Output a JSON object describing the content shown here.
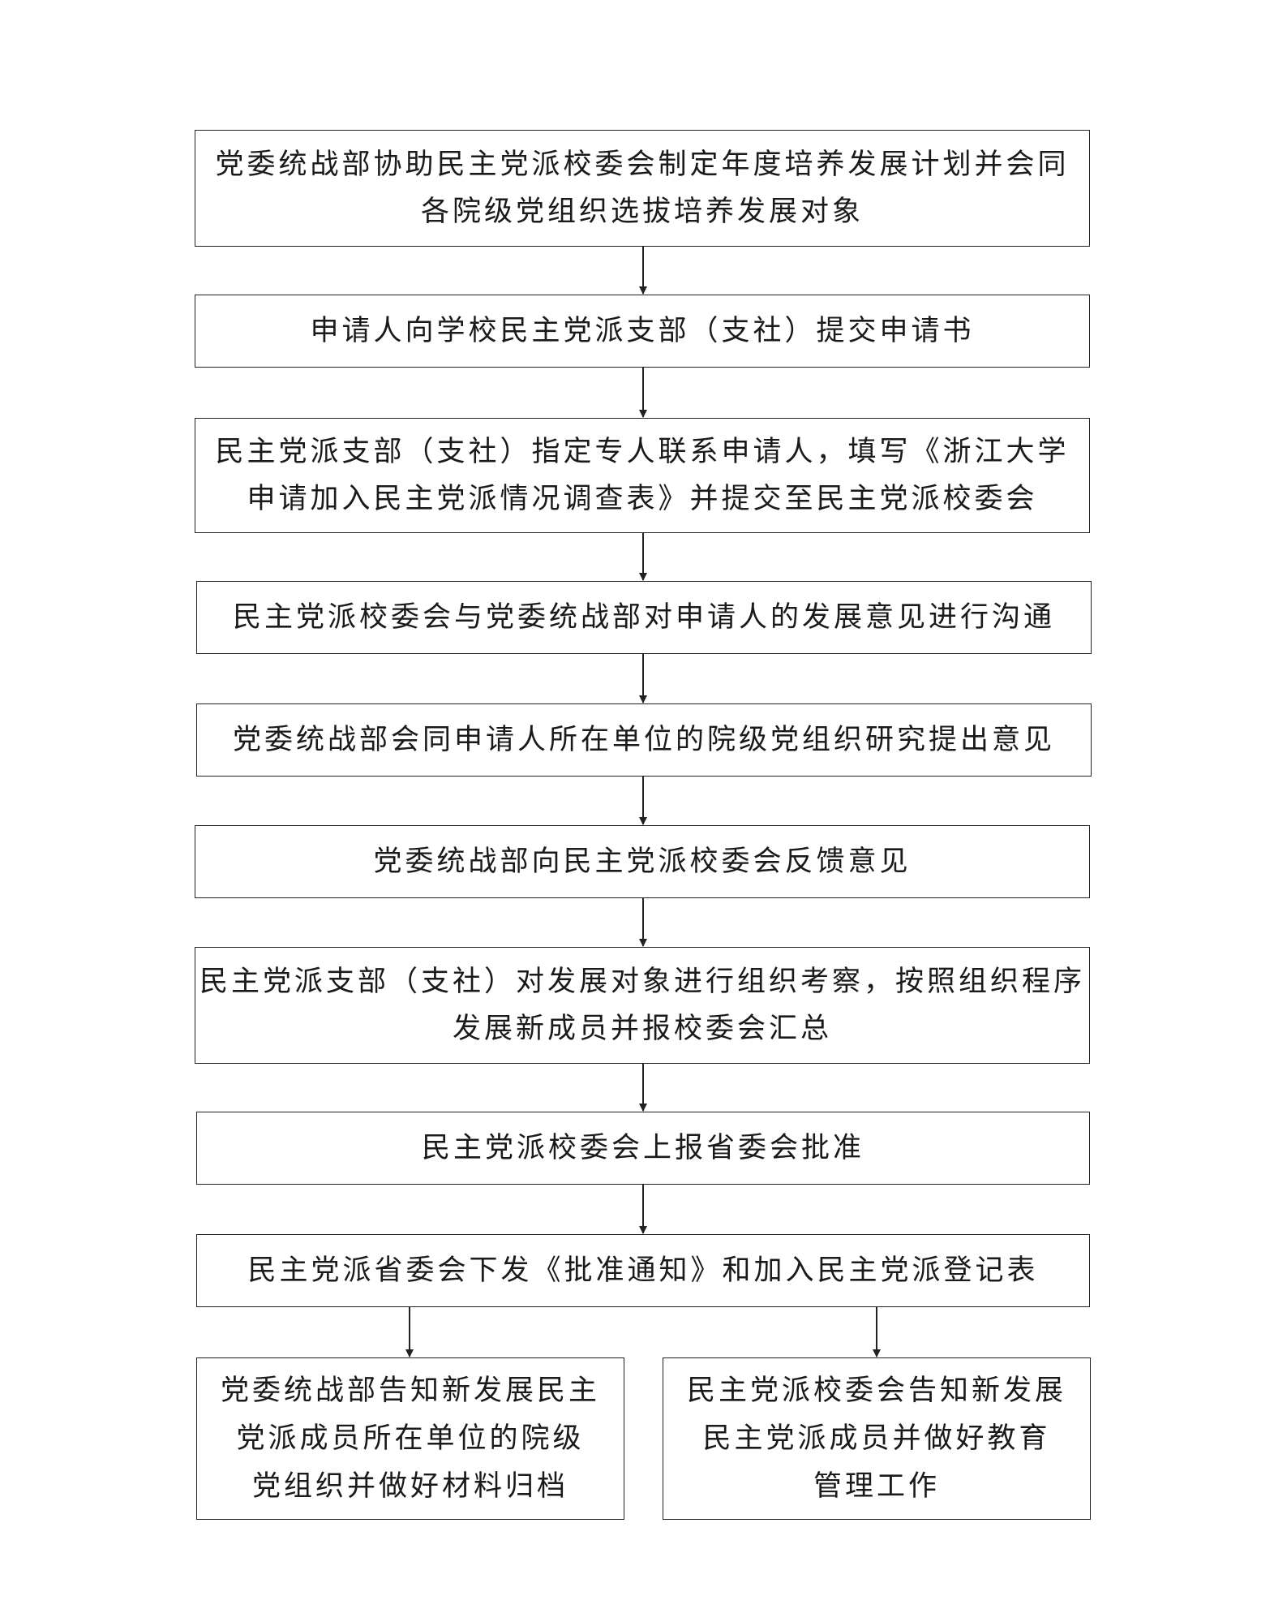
{
  "steps": [
    {
      "line1": "党委统战部协助民主党派校委会制定年度培养发展计划并会同",
      "line2": "各院级党组织选拔培养发展对象"
    },
    {
      "line1": "申请人向学校民主党派支部（支社）提交申请书"
    },
    {
      "line1": "民主党派支部（支社）指定专人联系申请人，填写《浙江大学",
      "line2": "申请加入民主党派情况调查表》并提交至民主党派校委会"
    },
    {
      "line1": "民主党派校委会与党委统战部对申请人的发展意见进行沟通"
    },
    {
      "line1": "党委统战部会同申请人所在单位的院级党组织研究提出意见"
    },
    {
      "line1": "党委统战部向民主党派校委会反馈意见"
    },
    {
      "line1": "民主党派支部（支社）对发展对象进行组织考察，按照组织程序",
      "line2": "发展新成员并报校委会汇总"
    },
    {
      "line1": "民主党派校委会上报省委会批准"
    },
    {
      "line1": "民主党派省委会下发《批准通知》和加入民主党派登记表"
    }
  ],
  "branches": [
    {
      "line1": "党委统战部告知新发展民主",
      "line2": "党派成员所在单位的院级",
      "line3": "党组织并做好材料归档"
    },
    {
      "line1": "民主党派校委会告知新发展",
      "line2": "民主党派成员并做好教育",
      "line3": "管理工作"
    }
  ]
}
